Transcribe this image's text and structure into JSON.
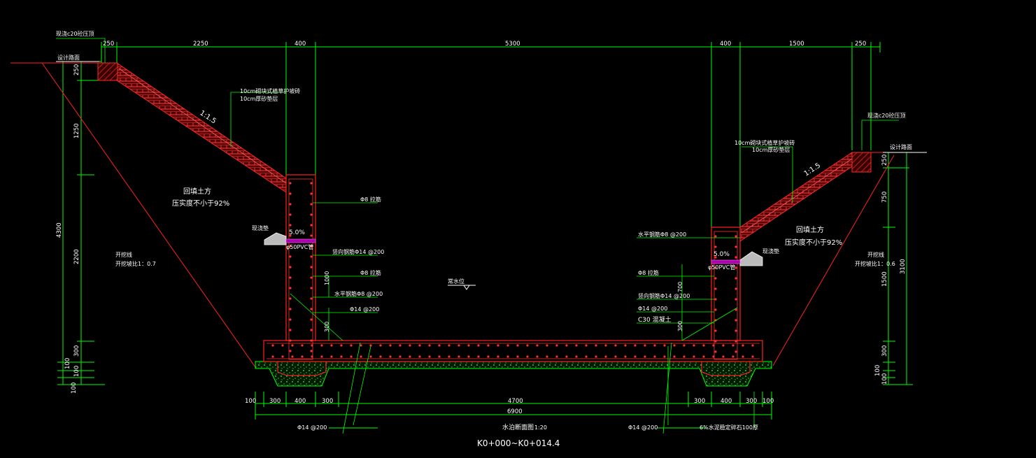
{
  "drawing": {
    "title": "水泊断面图",
    "scale": "1:20",
    "chainage": "K0+000~K0+014.4",
    "colors": {
      "background": "#000000",
      "dimension": "#00ff00",
      "structure": "#ff2020",
      "text": "#ffffff",
      "rebar_dot": "#ff3030",
      "fill": "#b00000",
      "gravel": "#00c800"
    }
  },
  "top_dims": {
    "segments": [
      "250",
      "2250",
      "400",
      "5300",
      "400",
      "1500",
      "250"
    ]
  },
  "bottom_dims": {
    "row1": [
      "100",
      "300",
      "400",
      "300",
      "4700",
      "300",
      "400",
      "300",
      "100"
    ],
    "total": "6900"
  },
  "left_dims": {
    "top": "250",
    "upper": "1250",
    "total": "4300",
    "middle": "2200",
    "lower": "300",
    "bottom1": "100",
    "bottom2": "100",
    "bottom3": "100"
  },
  "right_dims": {
    "top": "250",
    "upper": "750",
    "total": "3100",
    "middle": "1500",
    "lower": "300",
    "bottom1": "100",
    "bottom2": "100"
  },
  "labels": {
    "left_cap": "现浇c20砼压顶",
    "left_design_surface": "设计路面",
    "left_slope_layer1": "10cm砌块式植草护坡砖",
    "left_slope_layer2": "10cm厚砂垫层",
    "left_slope_ratio": "1:1.5",
    "left_backfill1": "回填土方",
    "left_backfill2": "压实度不小于92%",
    "left_excavation1": "开挖线",
    "left_excavation2": "开挖坡比1：0.7",
    "left_drain_pad": "现浇垫",
    "left_drain_slope": "5.0%",
    "left_pipe": "φ50PVC管",
    "tie_rebar_1": "Φ8 拉筋",
    "vertical_rebar": "竖向钢筋Φ14 @200",
    "tie_rebar_2": "Φ8 拉筋",
    "horizontal_rebar": "水平钢筋Φ8 @200",
    "phi14_left": "Φ14 @200",
    "water_level": "常水位",
    "right_cap": "现浇c20砼压顶",
    "right_design_surface": "设计路面",
    "right_slope_layer1": "10cm砌块式植草护坡砖",
    "right_slope_layer2": "10cm厚砂垫层",
    "right_slope_ratio": "1:1.5",
    "right_backfill1": "回填土方",
    "right_backfill2": "压实度不小于92%",
    "right_excavation1": "开挖线",
    "right_excavation2": "开挖坡比1：0.6",
    "right_horizontal_rebar": "水平钢筋Φ8 @200",
    "right_drain_slope": "5.0%",
    "right_pipe": "φ50PVC管",
    "right_drain_pad": "现浇垫",
    "right_tie": "Φ8 拉筋",
    "right_vertical": "竖向钢筋Φ14 @200",
    "right_phi14": "Φ14 @200",
    "concrete": "C30 混凝土",
    "wall_dim_1000": "1000",
    "wall_dim_300": "300",
    "wall_dim_700": "700",
    "wall_dim_300r": "300",
    "bottom_phi14_left": "Φ14 @200",
    "bottom_phi14_right": "Φ14 @200",
    "base_layer": "6%水泥稳定碎石100厚"
  }
}
